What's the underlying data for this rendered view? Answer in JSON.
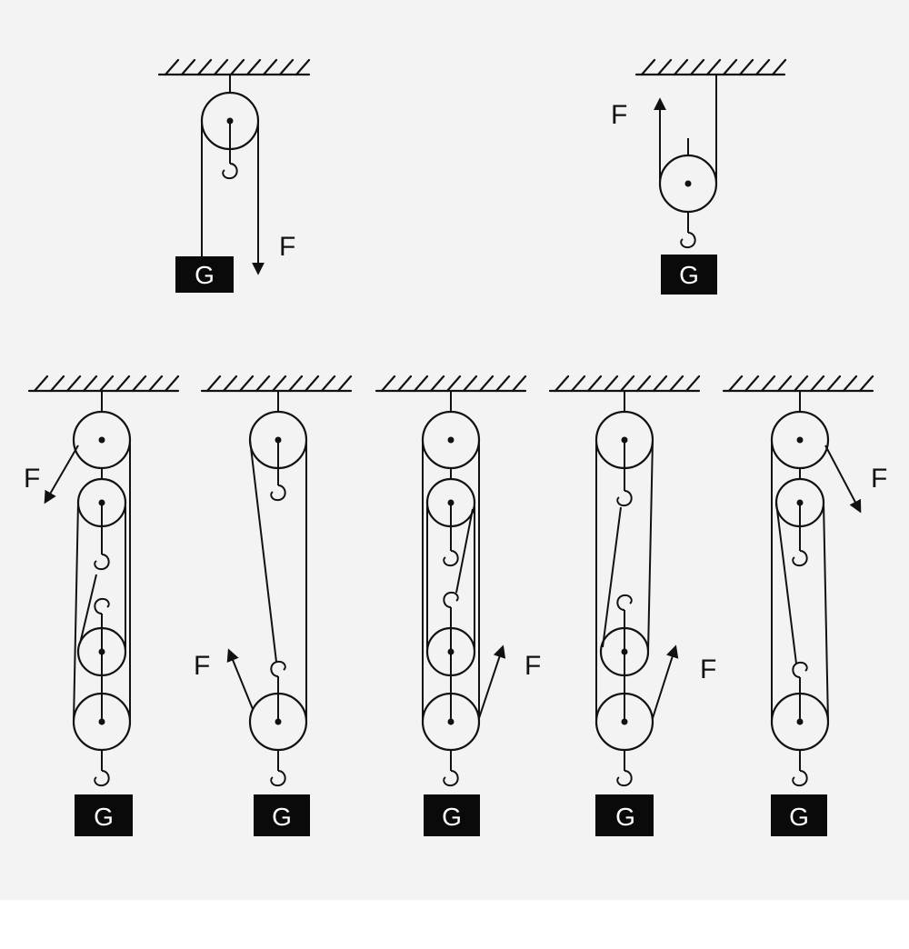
{
  "labels": {
    "force": "F",
    "load": "G"
  },
  "colors": {
    "background": "#f3f3f3",
    "ink": "#111111",
    "weight_block": "#0a0a0a",
    "weight_text": "#ffffff"
  },
  "figures": [
    {
      "id": "fixed-pulley"
    },
    {
      "id": "movable-pulley"
    },
    {
      "id": "pulley-system-1"
    },
    {
      "id": "pulley-system-2"
    },
    {
      "id": "pulley-system-3"
    },
    {
      "id": "pulley-system-4"
    },
    {
      "id": "pulley-system-5"
    }
  ]
}
